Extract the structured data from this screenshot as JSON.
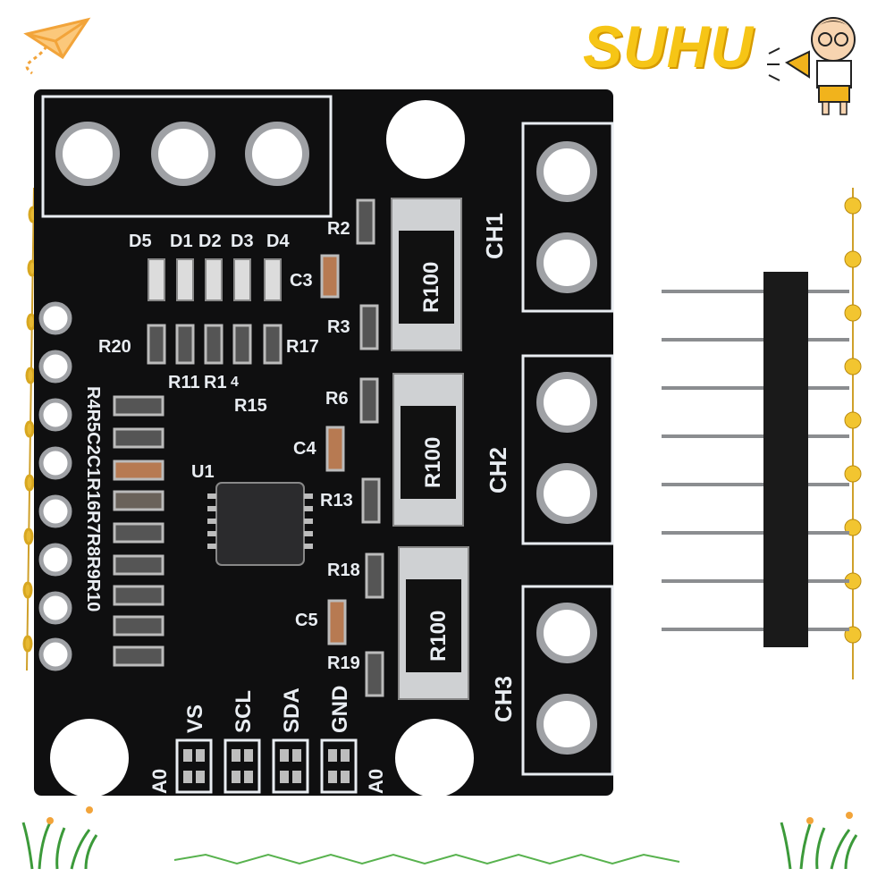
{
  "brand": {
    "logo_text": "SUHU"
  },
  "board": {
    "diode_labels": [
      "D5",
      "D1",
      "D2",
      "D3",
      "D4"
    ],
    "left_resistor_labels": "R4R5C2C1R16R7R8R9R10",
    "labels": {
      "r2": "R2",
      "c3": "C3",
      "r3": "R3",
      "r20": "R20",
      "r17": "R17",
      "r11": "R11",
      "r1": "R1",
      "r14": "4",
      "r15": "R15",
      "r6": "R6",
      "c4": "C4",
      "u1": "U1",
      "r13": "R13",
      "r18": "R18",
      "c5": "C5",
      "r19": "R19"
    },
    "channels": [
      "CH1",
      "CH2",
      "CH3"
    ],
    "shunt_marking": "R100",
    "pins": [
      "VS",
      "SCL",
      "SDA",
      "GND"
    ],
    "address_labels": [
      "A0",
      "A0"
    ]
  },
  "colors": {
    "pcb": "#0f0f10",
    "silkscreen": "#e9edf2",
    "pad": "#c9c9cb",
    "logo": "#f6c516",
    "pin_header": "#1a1a1a"
  }
}
